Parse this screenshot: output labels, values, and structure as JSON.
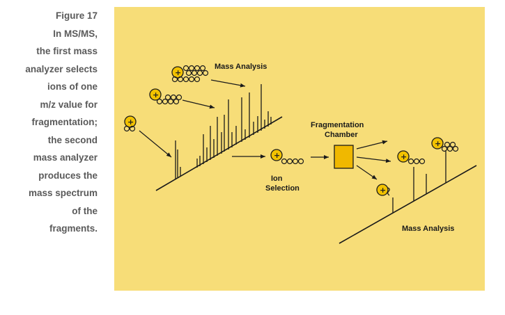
{
  "caption": {
    "lines": [
      "Figure 17",
      "In MS/MS,",
      "the first mass",
      "analyzer selects",
      "ions of one",
      "m/z value for",
      "fragmentation;",
      "the second",
      "mass analyzer",
      "produces the",
      "mass spectrum",
      "of the",
      "fragments."
    ]
  },
  "diagram": {
    "label_mass_analysis_1": "Mass Analysis",
    "label_fragmentation_line1": "Fragmentation",
    "label_fragmentation_line2": "Chamber",
    "label_ion_line1": "Ion",
    "label_ion_line2": "Selection",
    "label_mass_analysis_2": "Mass Analysis",
    "ion_charge": "+",
    "colors": {
      "panel": "#f7dd78",
      "ion": "#f2c200",
      "chamber": "#f0b800",
      "ink": "#1a1a1a",
      "caption": "#5a5a5a"
    }
  }
}
